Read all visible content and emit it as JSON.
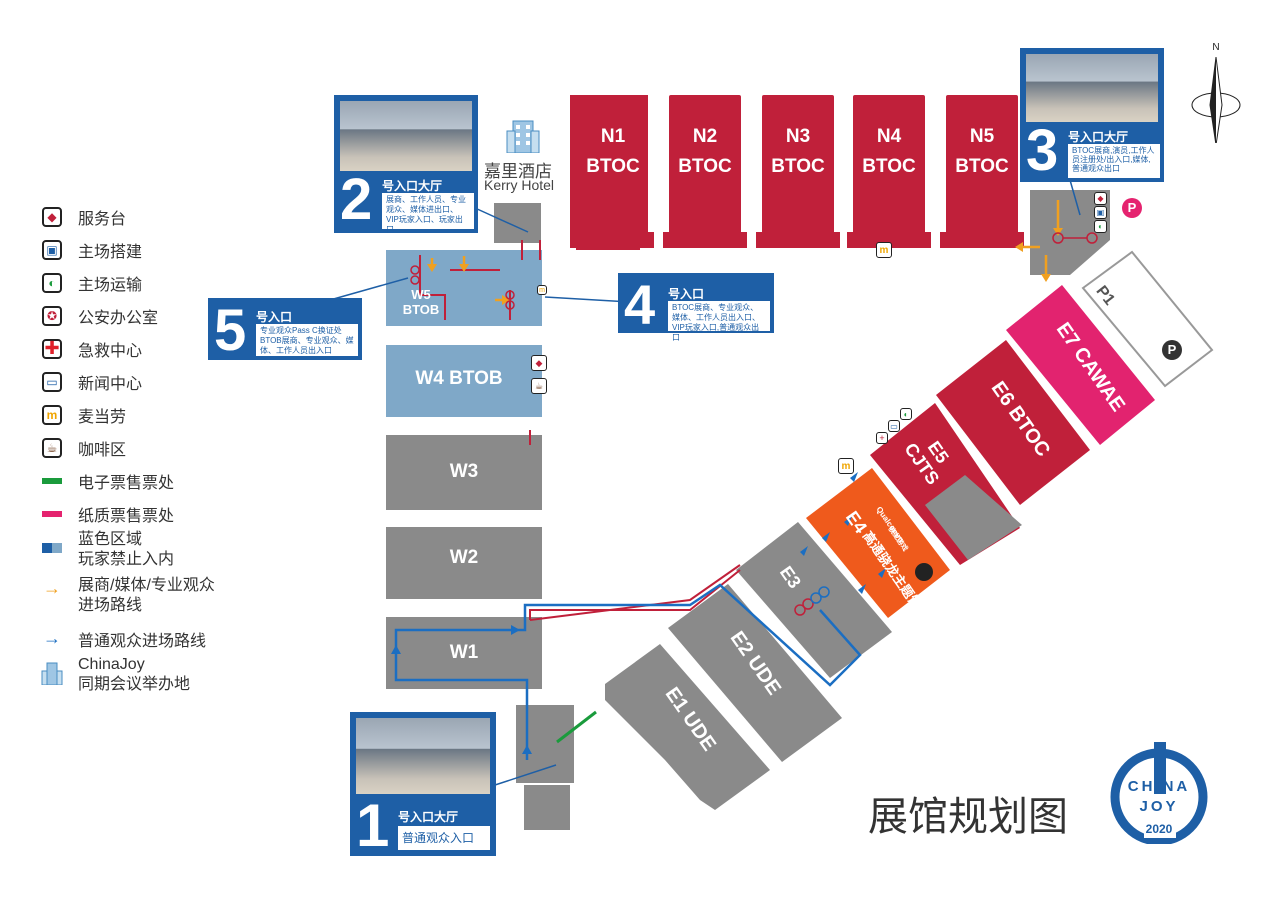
{
  "legend": {
    "items": [
      {
        "icon": "service-desk-icon",
        "label": "服务台"
      },
      {
        "icon": "main-build-icon",
        "label": "主场搭建"
      },
      {
        "icon": "main-transport-icon",
        "label": "主场运输"
      },
      {
        "icon": "police-office-icon",
        "label": "公安办公室"
      },
      {
        "icon": "first-aid-icon",
        "label": "急救中心"
      },
      {
        "icon": "press-center-icon",
        "label": "新闻中心"
      },
      {
        "icon": "mcdonalds-icon",
        "label": "麦当劳"
      },
      {
        "icon": "cafe-icon",
        "label": "咖啡区"
      },
      {
        "icon": "eticket-bar-icon",
        "label": "电子票售票处"
      },
      {
        "icon": "paper-ticket-bar-icon",
        "label": "纸质票售票处"
      },
      {
        "icon": "blue-zone-icon",
        "label": "蓝色区域",
        "label2": "玩家禁止入内"
      },
      {
        "icon": "orange-arrow-icon",
        "label": "展商/媒体/专业观众",
        "label2": "进场路线"
      },
      {
        "icon": "blue-arrow-icon",
        "label": "普通观众进场路线"
      },
      {
        "icon": "building-icon",
        "label": "ChinaJoy",
        "label2": "同期会议举办地"
      }
    ]
  },
  "halls": {
    "north": [
      {
        "name": "N1",
        "type": "BTOC"
      },
      {
        "name": "N2",
        "type": "BTOC"
      },
      {
        "name": "N3",
        "type": "BTOC"
      },
      {
        "name": "N4",
        "type": "BTOC"
      },
      {
        "name": "N5",
        "type": "BTOC"
      }
    ],
    "w5": {
      "name": "W5",
      "type": "BTOB"
    },
    "w4": "W4 BTOB",
    "w3": "W3",
    "w2": "W2",
    "w1": "W1",
    "e1": "E1 UDE",
    "e2": "E2 UDE",
    "e3": "E3",
    "e4": {
      "name": "E4",
      "sub": "高通骁龙主题馆",
      "brand": "Qualcomm",
      "brand_sub": "骁龙游戏"
    },
    "e5": {
      "name": "E5",
      "type": "CJTS"
    },
    "e6": "E6 BTOC",
    "e7": "E7 CAWAE",
    "p1": "P1"
  },
  "hotel": {
    "cn": "嘉里酒店",
    "en": "Kerry Hotel"
  },
  "entrances": {
    "e1": {
      "num": "1",
      "title": "号入口大厅",
      "desc": "普通观众入口"
    },
    "e2": {
      "num": "2",
      "title": "号入口大厅",
      "desc": "展商、工作人员、专业观众、媒体进出口、VIP玩家入口、玩家出口"
    },
    "e3": {
      "num": "3",
      "title": "号入口大厅",
      "desc": "BTOC展商,演员,工作人员注册处/出入口,媒体,普通观众出口"
    },
    "e4": {
      "num": "4",
      "title": "号入口",
      "desc": "BTOC展商、专业观众、媒体、工作人员出入口、VIP玩家入口,普通观众出口"
    },
    "e5": {
      "num": "5",
      "title": "号入口",
      "desc": "专业观众Pass C换证处 BTOB展商、专业观众、媒体、工作人员出入口"
    }
  },
  "compass": "N",
  "parking": "P",
  "map_title": "展馆规划图",
  "logo": {
    "top": "CHINA",
    "bottom": "JOY",
    "year": "2020"
  },
  "colors": {
    "btoc_red": "#c0203a",
    "btob_blue": "#7fa8c8",
    "grey": "#8a8a8a",
    "e4_orange": "#ef5a1c",
    "e7_pink": "#e2236f",
    "panel_blue": "#1e5fa6",
    "eticket_green": "#1a9b3c",
    "paper_pink": "#e5236f",
    "route_orange": "#f0a020",
    "route_blue": "#1b6ec2"
  }
}
